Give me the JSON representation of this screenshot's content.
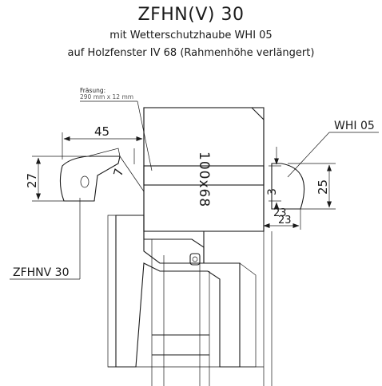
{
  "header": {
    "title": "ZFHN(V) 30",
    "subtitle1": "mit Wetterschutzhaube WHI 05",
    "subtitle2": "auf Holzfenster IV 68 (Rahmenhöhe verlängert)"
  },
  "labels": {
    "fraesung_title": "Fräsung:",
    "fraesung_size": "290 mm x 12 mm",
    "whi": "WHI 05",
    "zfhnv": "ZFHNV 30",
    "profile": "100x68"
  },
  "dimensions": {
    "d45": "45",
    "d27": "27",
    "d7": "7",
    "d3": "3",
    "d25": "25",
    "d23a": "23",
    "d23b": "23"
  },
  "colors": {
    "line": "#1a1a1a",
    "fraesung_text": "#555555"
  }
}
